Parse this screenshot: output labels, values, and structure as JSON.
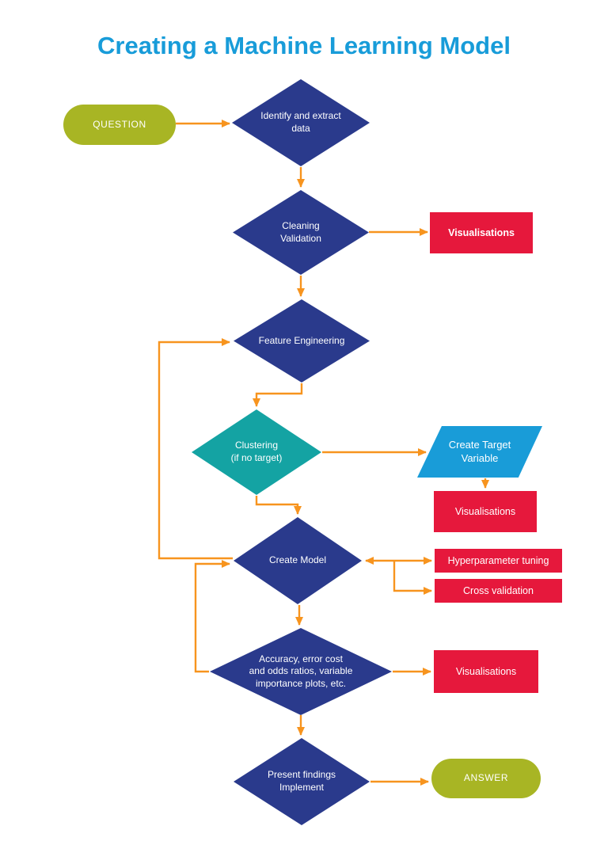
{
  "title": "Creating a Machine Learning Model",
  "colors": {
    "title": "#189cd9",
    "navy": "#2a3a8c",
    "teal": "#14a3a3",
    "cyan": "#199cd8",
    "red": "#e6183c",
    "olive": "#a8b524",
    "orange": "#f7941e",
    "text_on_shapes": "#ffffff",
    "background": "#ffffff"
  },
  "nodes": {
    "question": {
      "label": "QUESTION"
    },
    "identify": {
      "label": "Identify and extract\ndata"
    },
    "cleaning": {
      "label": "Cleaning\nValidation"
    },
    "visualisations_1": {
      "label": "Visualisations"
    },
    "feature_engineering": {
      "label": "Feature Engineering"
    },
    "clustering": {
      "label": "Clustering\n(if no target)"
    },
    "create_target_variable": {
      "label": "Create Target\nVariable"
    },
    "visualisations_2": {
      "label": "Visualisations"
    },
    "create_model": {
      "label": "Create Model"
    },
    "hyperparameter_tuning": {
      "label": "Hyperparameter tuning"
    },
    "cross_validation": {
      "label": "Cross validation"
    },
    "accuracy": {
      "label": "Accuracy, error cost\nand odds ratios, variable\nimportance plots, etc."
    },
    "visualisations_3": {
      "label": "Visualisations"
    },
    "present_findings": {
      "label": "Present findings\nImplement"
    },
    "answer": {
      "label": "ANSWER"
    }
  }
}
